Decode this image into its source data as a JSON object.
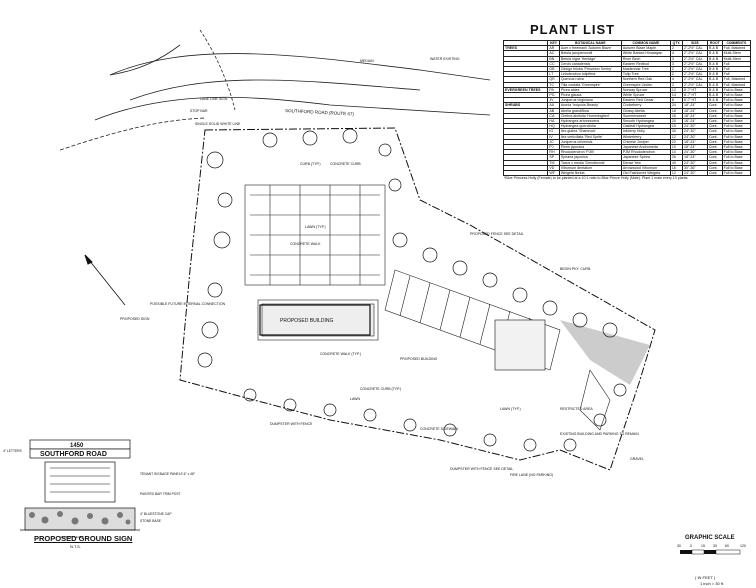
{
  "plant_list": {
    "title": "PLANT LIST",
    "columns": [
      "KEY",
      "BOTANICAL NAME",
      "COMMON NAME",
      "QTY.",
      "SIZE",
      "ROOT",
      "COMMENTS"
    ],
    "groups": [
      {
        "name": "TREES",
        "rows": [
          [
            "AR",
            "Acer x freemanii 'Autumn Blaze'",
            "Autumn Blaze Maple",
            "2",
            "2\"-2½\" CAL",
            "B & B",
            "Full, Matched"
          ],
          [
            "AC",
            "Betula jacquemontii",
            "White Barked Himalayan",
            "4",
            "2\"-2½\" CAL",
            "B & B",
            "Multi-Stem"
          ],
          [
            "BN",
            "Betula nigra 'Heritage'",
            "River Birch",
            "3",
            "2\"-2½\" CAL",
            "B & B",
            "Multi-Stem"
          ],
          [
            "CC",
            "Cercis canadensis",
            "Eastern Redbud",
            "3",
            "2\"-2½\" CAL",
            "B & B",
            "Full"
          ],
          [
            "GB",
            "Ginkgo biloba 'Princeton Sentry'",
            "Maidenhair Tree",
            "2",
            "2\"-2½\" CAL",
            "B & B",
            "Full"
          ],
          [
            "LT",
            "Liriodendron tulipifera",
            "Tulip Tree",
            "2",
            "2\"-2½\" CAL",
            "B & B",
            "Full"
          ],
          [
            "QR",
            "Quercus rubra",
            "Northern Red Oak",
            "4",
            "2\"-2½\" CAL",
            "B & B",
            "Full, Matched"
          ],
          [
            "TC",
            "Tilia cordata 'Greenspire'",
            "Greenspire Linden",
            "3",
            "2\"-2½\" CAL",
            "B & B",
            "Full, Matched"
          ]
        ]
      },
      {
        "name": "EVERGREEN TREES",
        "rows": [
          [
            "PA",
            "Picea abies",
            "Norway Spruce",
            "12",
            "6'-7' HT",
            "B & B",
            "Full to Base"
          ],
          [
            "PG",
            "Picea glauca",
            "White Spruce",
            "14",
            "6'-7' HT",
            "B & B",
            "Full to Base"
          ],
          [
            "JV",
            "Juniperus virginiana",
            "Eastern Red Cedar",
            "8",
            "6'-7' HT",
            "B & B",
            "Full to Base"
          ]
        ]
      },
      {
        "name": "SHRUBS",
        "rows": [
          [
            "AA",
            "Aronia 'Iroquois Beauty'",
            "Chokeberry",
            "24",
            "18\"-24\"",
            "Cont.",
            "Full to Base"
          ],
          [
            "AB",
            "Abelia grandiflora",
            "Glossy Abelia",
            "18",
            "18\"-24\"",
            "Cont.",
            "Full to Base"
          ],
          [
            "CA",
            "Clethra alnifolia 'Hummingbird'",
            "Summersweet",
            "16",
            "18\"-24\"",
            "Cont.",
            "Full to Base"
          ],
          [
            "HA",
            "Hydrangea arborescens",
            "Smooth Hydrangea",
            "20",
            "18\"-24\"",
            "Cont.",
            "Full to Base"
          ],
          [
            "HQ",
            "Hydrangea quercifolia",
            "Oakleaf Hydrangea",
            "15",
            "24\"-30\"",
            "Cont.",
            "Full to Base"
          ],
          [
            "IG",
            "Ilex glabra 'Shamrock'",
            "Inkberry Holly",
            "30",
            "24\"-30\"",
            "Cont.",
            "Full to Base"
          ],
          [
            "IV",
            "Ilex verticillata 'Red Sprite'",
            "Winterberry",
            "12",
            "24\"-30\"",
            "Cont.",
            "Full to Base"
          ],
          [
            "JC",
            "Juniperus chinensis",
            "Chinese Juniper",
            "22",
            "18\"-24\"",
            "Cont.",
            "Full to Base"
          ],
          [
            "PJ",
            "Pieris japonica",
            "Japanese Andromeda",
            "10",
            "18\"-24\"",
            "Cont.",
            "Full to Base"
          ],
          [
            "RH",
            "Rhododendron 'PJM'",
            "PJM Rhododendron",
            "14",
            "24\"-30\"",
            "Cont.",
            "Full to Base"
          ],
          [
            "SP",
            "Spiraea japonica",
            "Japanese Spirea",
            "26",
            "18\"-24\"",
            "Cont.",
            "Full to Base"
          ],
          [
            "TM",
            "Taxus x media 'Densiformis'",
            "Dense Yew",
            "40",
            "24\"-30\"",
            "Cont.",
            "Full to Base"
          ],
          [
            "VD",
            "Viburnum dentatum",
            "Arrowwood Viburnum",
            "16",
            "30\"-36\"",
            "Cont.",
            "Full to Base"
          ],
          [
            "WF",
            "Weigela florida",
            "Old Fashioned Weigela",
            "12",
            "24\"-30\"",
            "Cont.",
            "Full to Base"
          ]
        ]
      }
    ],
    "note": "*Blue Princess Holly (Female) to be planted at a 10:1 ratio to Blue Prince Holly (Male). Plant 1 male every 10 plants."
  },
  "site": {
    "road_label": "SOUTHFORD ROAD (ROUTE 67)",
    "labels": [
      "WATER EXISTING",
      "MEDIAN",
      "LANE LINE SIGN",
      "SINGLE SOLID WHITE LINE",
      "STOP BAR",
      "CURB (TYP.)",
      "CONCRETE WALK",
      "CONCRETE CURB",
      "LAWN (TYP.)",
      "POSSIBLE FUTURE INTERNAL CONNECTION",
      "PROPOSED FENCE SEE DETAIL",
      "CONCRETE WALK (TYP.)",
      "LAWN",
      "DUMPSTER WITH FENCE",
      "BEGIN PKY. CURB",
      "LAWN (TYP.)",
      "PROPOSED BUILDING",
      "CONCRETE CURB (TYP.)",
      "RESTRICTED AREA",
      "EXISTING BUILDING AND PARKING TO REMAIN",
      "CONCRETE SIDEWALK",
      "DUMPSTER WITH FENCE SEE DETAIL",
      "FIRE LANE (NO PARKING)",
      "GRAVEL",
      "PROPOSED SIGN"
    ]
  },
  "ground_sign": {
    "number": "1450",
    "street": "SOUTHFORD ROAD",
    "title": "PROPOSED GROUND SIGN",
    "scale": "N.T.S.",
    "callouts": [
      "TENANT SIGNAGE PANELS 6\" x 48\"",
      "PAINTED BAR TRIM POST",
      "4\" BLUESTONE CAP",
      "STONE BASE",
      "GROUND LEVEL",
      "4\" LETTERS"
    ]
  },
  "graphic_scale": {
    "title": "GRAPHIC SCALE",
    "ticks": [
      "30",
      "0",
      "15",
      "30",
      "60",
      "120"
    ],
    "unit": "( IN FEET )",
    "ratio": "1 inch = 30 ft."
  }
}
